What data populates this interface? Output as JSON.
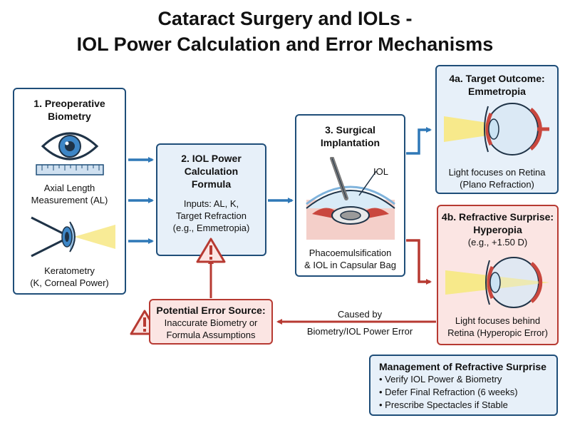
{
  "title": {
    "line1": "Cataract Surgery and IOLs -",
    "line2": "IOL Power Calculation and Error Mechanisms"
  },
  "biometry": {
    "heading_l1": "1. Preoperative",
    "heading_l2": "Biometry",
    "al_l1": "Axial Length",
    "al_l2": "Measurement (AL)",
    "k_l1": "Keratometry",
    "k_l2": "(K, Corneal Power)"
  },
  "calculation": {
    "heading_l1": "2. IOL Power",
    "heading_l2": "Calculation",
    "heading_l3": "Formula",
    "inputs_l1": "Inputs: AL, K,",
    "inputs_l2": "Target Refraction",
    "inputs_l3": "(e.g., Emmetropia)"
  },
  "implantation": {
    "heading_l1": "3. Surgical",
    "heading_l2": "Implantation",
    "iol_label": "IOL",
    "desc_l1": "Phacoemulsification",
    "desc_l2": "& IOL in Capsular Bag"
  },
  "target_outcome": {
    "heading_l1": "4a. Target Outcome:",
    "heading_l2": "Emmetropia",
    "desc_l1": "Light focuses on Retina",
    "desc_l2": "(Plano Refraction)"
  },
  "refractive_surprise": {
    "heading_l1": "4b. Refractive Surprise:",
    "heading_l2": "Hyperopia",
    "example": "(e.g., +1.50 D)",
    "desc_l1": "Light focuses behind",
    "desc_l2": "Retina (Hyperopic Error)"
  },
  "error_source": {
    "heading": "Potential Error Source:",
    "desc_l1": "Inaccurate Biometry or",
    "desc_l2": "Formula Assumptions"
  },
  "caused_by": {
    "line1": "Caused by",
    "line2": "Biometry/IOL Power Error"
  },
  "management": {
    "heading": "Management of Refractive Surprise",
    "items": [
      "Verify IOL Power & Biometry",
      "Defer Final Refraction (6 weeks)",
      "Prescribe Spectacles if Stable"
    ]
  },
  "colors": {
    "box_border": "#1f4e79",
    "blue_fill": "#e7f0f9",
    "red_border": "#b73a32",
    "red_fill": "#fbe5e3",
    "arrow_blue": "#2f78b7",
    "arrow_red": "#b73a32",
    "light_beam": "#f7e98b"
  },
  "icons": [
    "eye-icon",
    "ruler-icon",
    "side-eye-icon",
    "warning-icon",
    "surgery-cross-section-icon",
    "eye-cross-section-icon"
  ]
}
